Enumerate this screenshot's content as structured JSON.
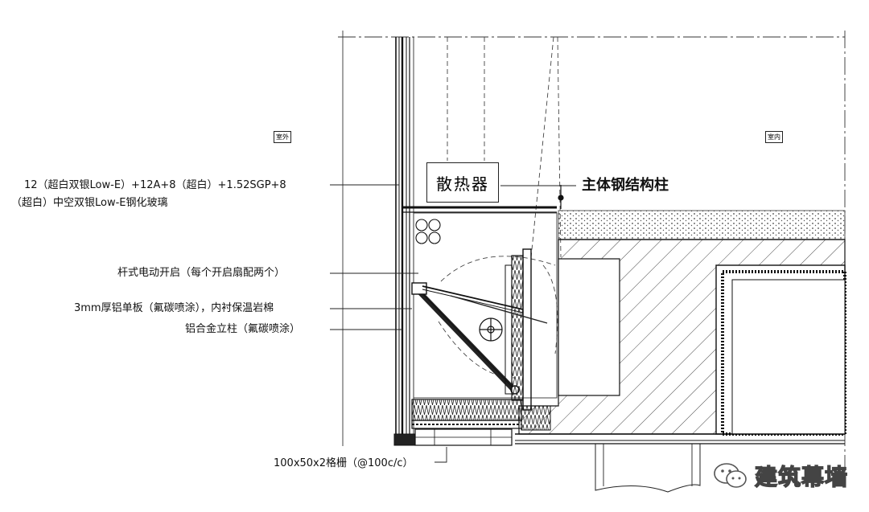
{
  "labels": {
    "room_left": "室外",
    "room_right": "室内",
    "glass_line1": "12（超白双银Low-E）+12A+8（超白）+1.52SGP+8",
    "glass_line2": "（超白）中空双银Low-E钢化玻璃",
    "radiator": "散热器",
    "steel_column": "主体钢结构柱",
    "actuator": "杆式电动开启（每个开启扇配两个）",
    "panel": "3mm厚铝单板（氟碳喷涂），内衬保温岩棉",
    "mullion": "铝合金立柱（氟碳喷涂）",
    "grille": "100x50x2格栅（@100c/c）"
  },
  "watermark": {
    "text": "建筑幕墙",
    "icon": "wechat-logo-icon"
  }
}
